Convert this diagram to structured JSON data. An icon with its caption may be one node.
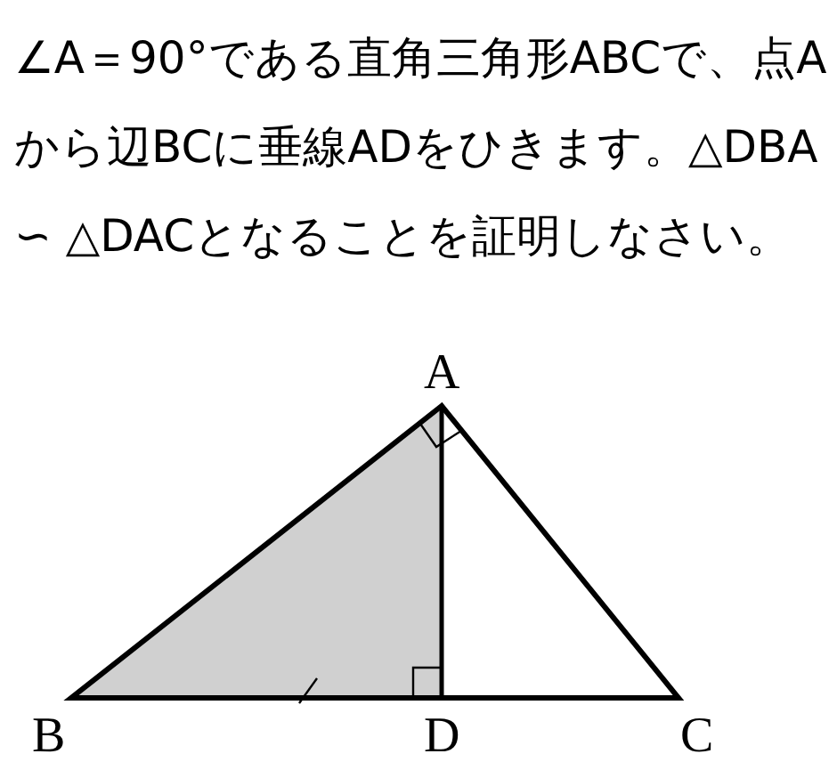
{
  "diagram": {
    "labels": [
      "∠A＝90°である直角三角形ABCで、点Aから辺BCに垂線ADをひきます。△DBA ∽ △DACとなることを証明しなさい。",
      "A",
      "B",
      "D",
      "C"
    ]
  }
}
